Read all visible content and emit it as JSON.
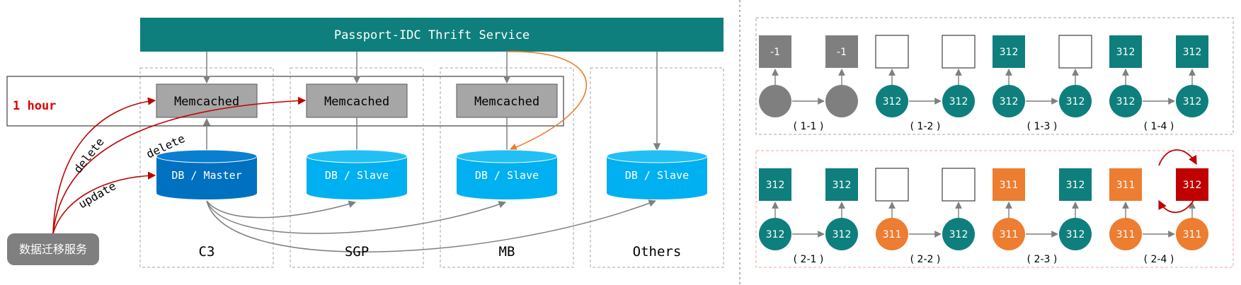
{
  "colors": {
    "teal": "#0e7f7c",
    "gray": "#7f7f7f",
    "memcached_fill": "#a6a6a6",
    "master_db": "#0070c0",
    "slave_db": "#00b0f0",
    "orange": "#ed7d31",
    "red": "#c00000",
    "arrow_gray": "#7f7f7f",
    "dashed": "#a6a6a6",
    "pink_dashed": "#f4a0a0"
  },
  "architecture": {
    "service_title": "Passport-IDC Thrift Service",
    "ttl_label": "1 hour",
    "memcached_label": "Memcached",
    "master_label": "DB / Master",
    "slave_label": "DB / Slave",
    "migration_service": "数据迁移服务",
    "edge_labels": {
      "delete_a": "delete",
      "delete_b": "delete",
      "update": "update"
    },
    "datacenters": [
      "C3",
      "SGP",
      "MB",
      "Others"
    ]
  },
  "scenarios": {
    "top": [
      {
        "label": "( 1-1 )",
        "cache_left": "-1",
        "cache_right": "-1",
        "db_left": "",
        "db_right": ""
      },
      {
        "label": "( 1-2 )",
        "cache_left": "",
        "cache_right": "",
        "db_left": "312",
        "db_right": "312"
      },
      {
        "label": "( 1-3 )",
        "cache_left": "312",
        "cache_right": "",
        "db_left": "312",
        "db_right": "312"
      },
      {
        "label": "( 1-4 )",
        "cache_left": "312",
        "cache_right": "312",
        "db_left": "312",
        "db_right": "312"
      }
    ],
    "bottom": [
      {
        "label": "( 2-1 )",
        "cache_left": "312",
        "cache_right": "312",
        "db_left": "312",
        "db_right": "312"
      },
      {
        "label": "( 2-2 )",
        "cache_left": "",
        "cache_right": "",
        "db_left": "311",
        "db_right": "312"
      },
      {
        "label": "( 2-3 )",
        "cache_left": "311",
        "cache_right": "312",
        "db_left": "311",
        "db_right": "312"
      },
      {
        "label": "( 2-4 )",
        "cache_left": "311",
        "cache_right": "312",
        "db_left": "311",
        "db_right": "311"
      }
    ]
  }
}
